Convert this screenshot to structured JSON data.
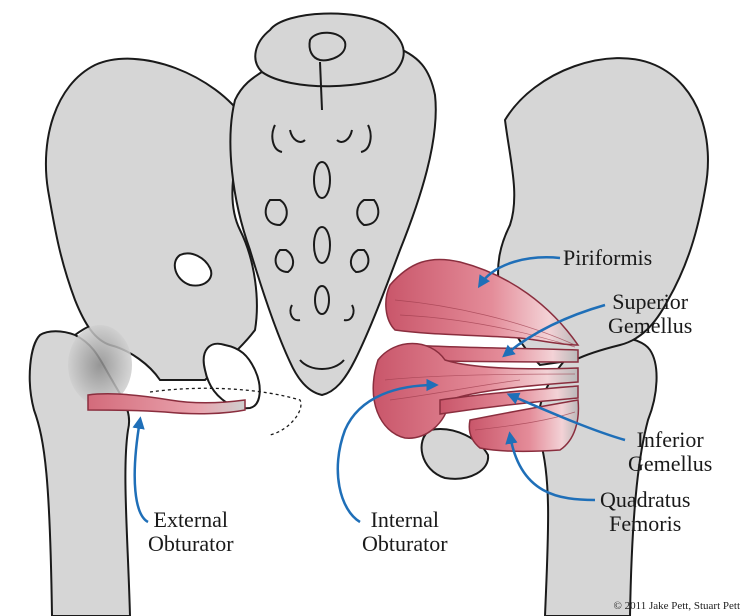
{
  "colors": {
    "bone": "#d6d6d6",
    "bone_outline": "#1a1a1a",
    "muscle": "#d9707e",
    "muscle_dark": "#a8404f",
    "muscle_light": "#f1c4ca",
    "arrow": "#1f6fb8"
  },
  "labels": {
    "piriformis": "Piriformis",
    "superior_gemellus": [
      "Superior",
      "Gemellus"
    ],
    "inferior_gemellus": [
      "Inferior",
      "Gemellus"
    ],
    "quadratus_femoris": [
      "Quadratus",
      "Femoris"
    ],
    "external_obturator": [
      "External",
      "Obturator"
    ],
    "internal_obturator": [
      "Internal",
      "Obturator"
    ]
  },
  "copyright": "© 2011 Jake Pett, Stuart Pett"
}
